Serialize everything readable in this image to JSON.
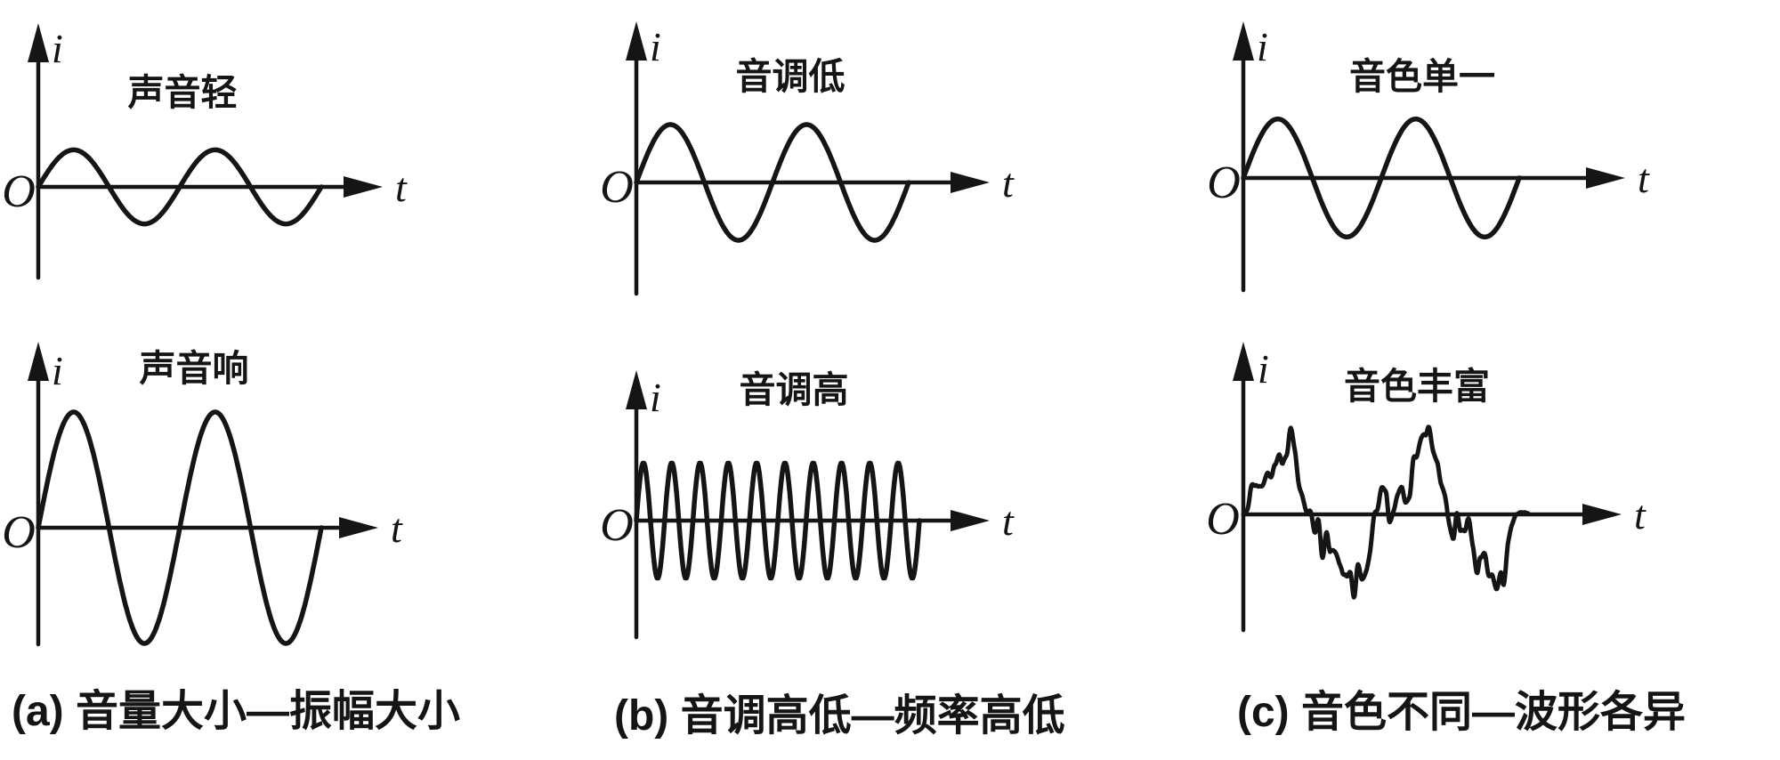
{
  "figure": {
    "panels": [
      {
        "id": "quiet-sound",
        "title": "声音轻",
        "y_label": "i",
        "x_label": "t",
        "origin_label": "O",
        "wave": {
          "kind": "sine",
          "cycles": 2,
          "amplitude_rel": 0.32
        }
      },
      {
        "id": "loud-sound",
        "title": "声音响",
        "y_label": "i",
        "x_label": "t",
        "origin_label": "O",
        "wave": {
          "kind": "sine",
          "cycles": 2,
          "amplitude_rel": 1.0
        }
      },
      {
        "id": "low-pitch",
        "title": "音调低",
        "y_label": "i",
        "x_label": "t",
        "origin_label": "O",
        "wave": {
          "kind": "sine",
          "cycles": 2,
          "amplitude_rel": 0.5
        }
      },
      {
        "id": "high-pitch",
        "title": "音调高",
        "y_label": "i",
        "x_label": "t",
        "origin_label": "O",
        "wave": {
          "kind": "sine",
          "cycles": 10,
          "amplitude_rel": 0.5
        }
      },
      {
        "id": "pure-timbre",
        "title": "音色单一",
        "y_label": "i",
        "x_label": "t",
        "origin_label": "O",
        "wave": {
          "kind": "sine",
          "cycles": 2,
          "amplitude_rel": 0.51
        }
      },
      {
        "id": "rich-timbre",
        "title": "音色丰富",
        "y_label": "i",
        "x_label": "t",
        "origin_label": "O",
        "wave": {
          "kind": "complex",
          "cycles": 2,
          "amplitude_rel": 0.65,
          "noise_seed": 7
        }
      }
    ],
    "captions": [
      {
        "text": "(a) 音量大小—振幅大小"
      },
      {
        "text": "(b) 音调高低—频率高低"
      },
      {
        "text": "(c) 音色不同—波形各异"
      }
    ],
    "ink_color": "#151515",
    "background_color": "#ffffff"
  }
}
